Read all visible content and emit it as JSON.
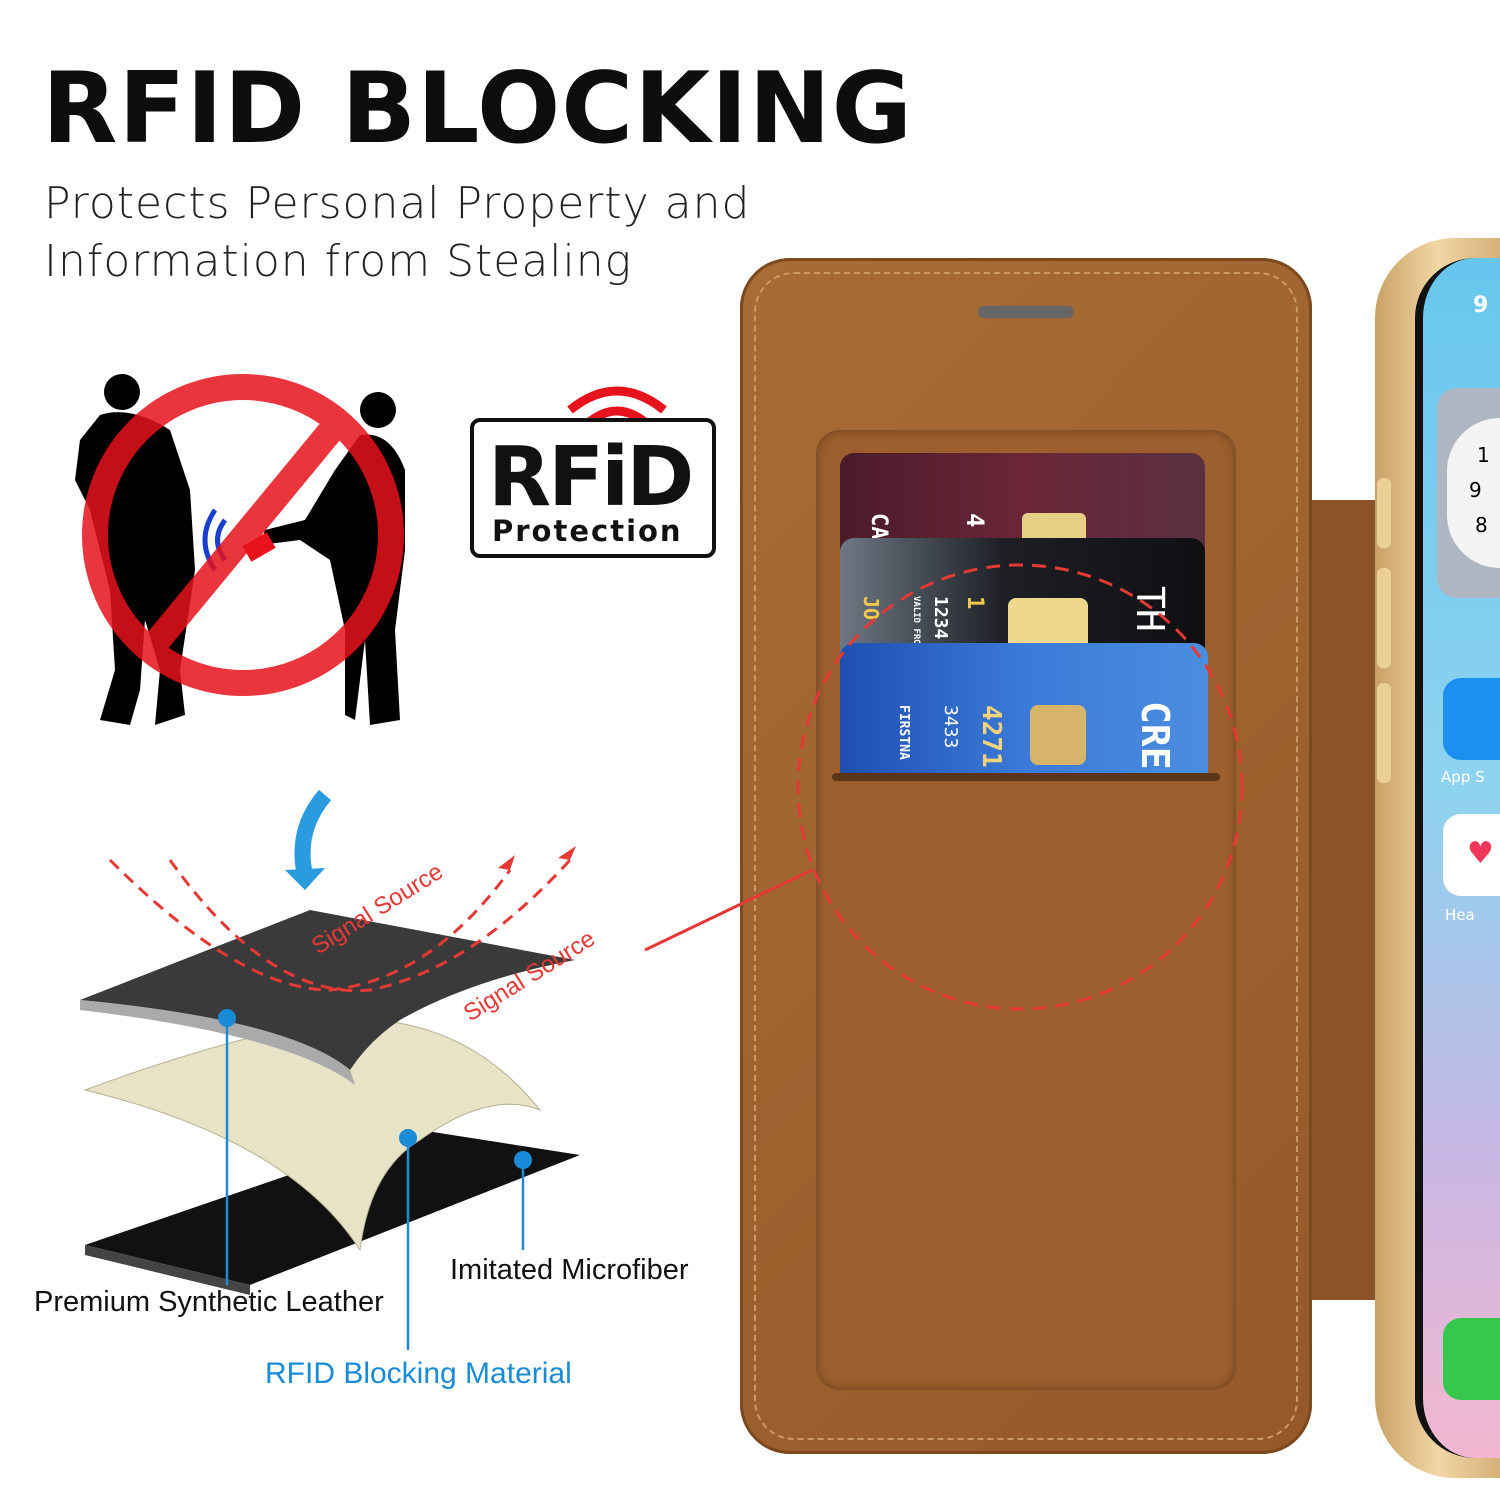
{
  "header": {
    "title": "RFID BLOCKING",
    "subtitle_line1": "Protects Personal Property and",
    "subtitle_line2": "Information from Stealing"
  },
  "badge": {
    "logo": "RFiD",
    "caption": "Protection"
  },
  "diagram": {
    "signal_label_1": "Signal Source",
    "signal_label_2": "Signal Source",
    "layers": {
      "top": "Premium Synthetic Leather",
      "middle": "RFID Blocking Material",
      "bottom": "Imitated Microfiber"
    },
    "colors": {
      "signal": "#e53935",
      "callout": "#1a8bd6",
      "no_sign": "#e8121c",
      "leather": "#9a5f2c"
    }
  },
  "cards": {
    "card1": {
      "text_a": "CA",
      "text_b": "4"
    },
    "card2": {
      "text_a": "JO",
      "valid": "VALID FROM",
      "number": "1234",
      "text_b": "1",
      "brand": "TH"
    },
    "card3": {
      "name": "FIRSTNA",
      "number_a": "3433",
      "number_b": "4271",
      "brand": "CRE"
    }
  },
  "phone": {
    "status_time": "9",
    "clock_digits": [
      "1",
      "9",
      "8"
    ],
    "apps": [
      "App S",
      "Hea"
    ]
  }
}
